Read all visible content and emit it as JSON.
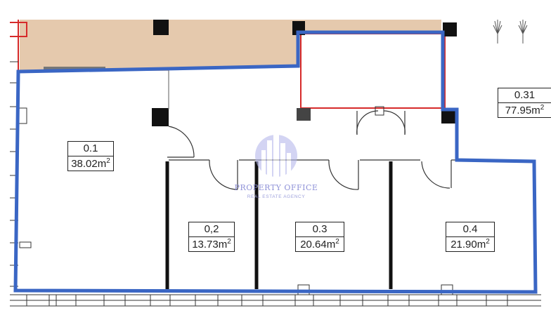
{
  "rooms": [
    {
      "id": "0.1",
      "area": "38.02m",
      "unit_exp": "2"
    },
    {
      "id": "0,2",
      "area": "13.73m",
      "unit_exp": "2"
    },
    {
      "id": "0.3",
      "area": "20.64m",
      "unit_exp": "2"
    },
    {
      "id": "0.4",
      "area": "21.90m",
      "unit_exp": "2"
    },
    {
      "id": "0.31",
      "area": "77.95m",
      "unit_exp": "2"
    }
  ],
  "watermark": {
    "title": "PROPERTY OFFICE",
    "subtitle": "REAL ESTATE AGENCY"
  },
  "colors": {
    "outline": "#3a66c4",
    "shaded_area": "#e5c9ad",
    "walls": "#111111",
    "red_wall": "#d62a2a",
    "watermark": "#8f92d8"
  }
}
